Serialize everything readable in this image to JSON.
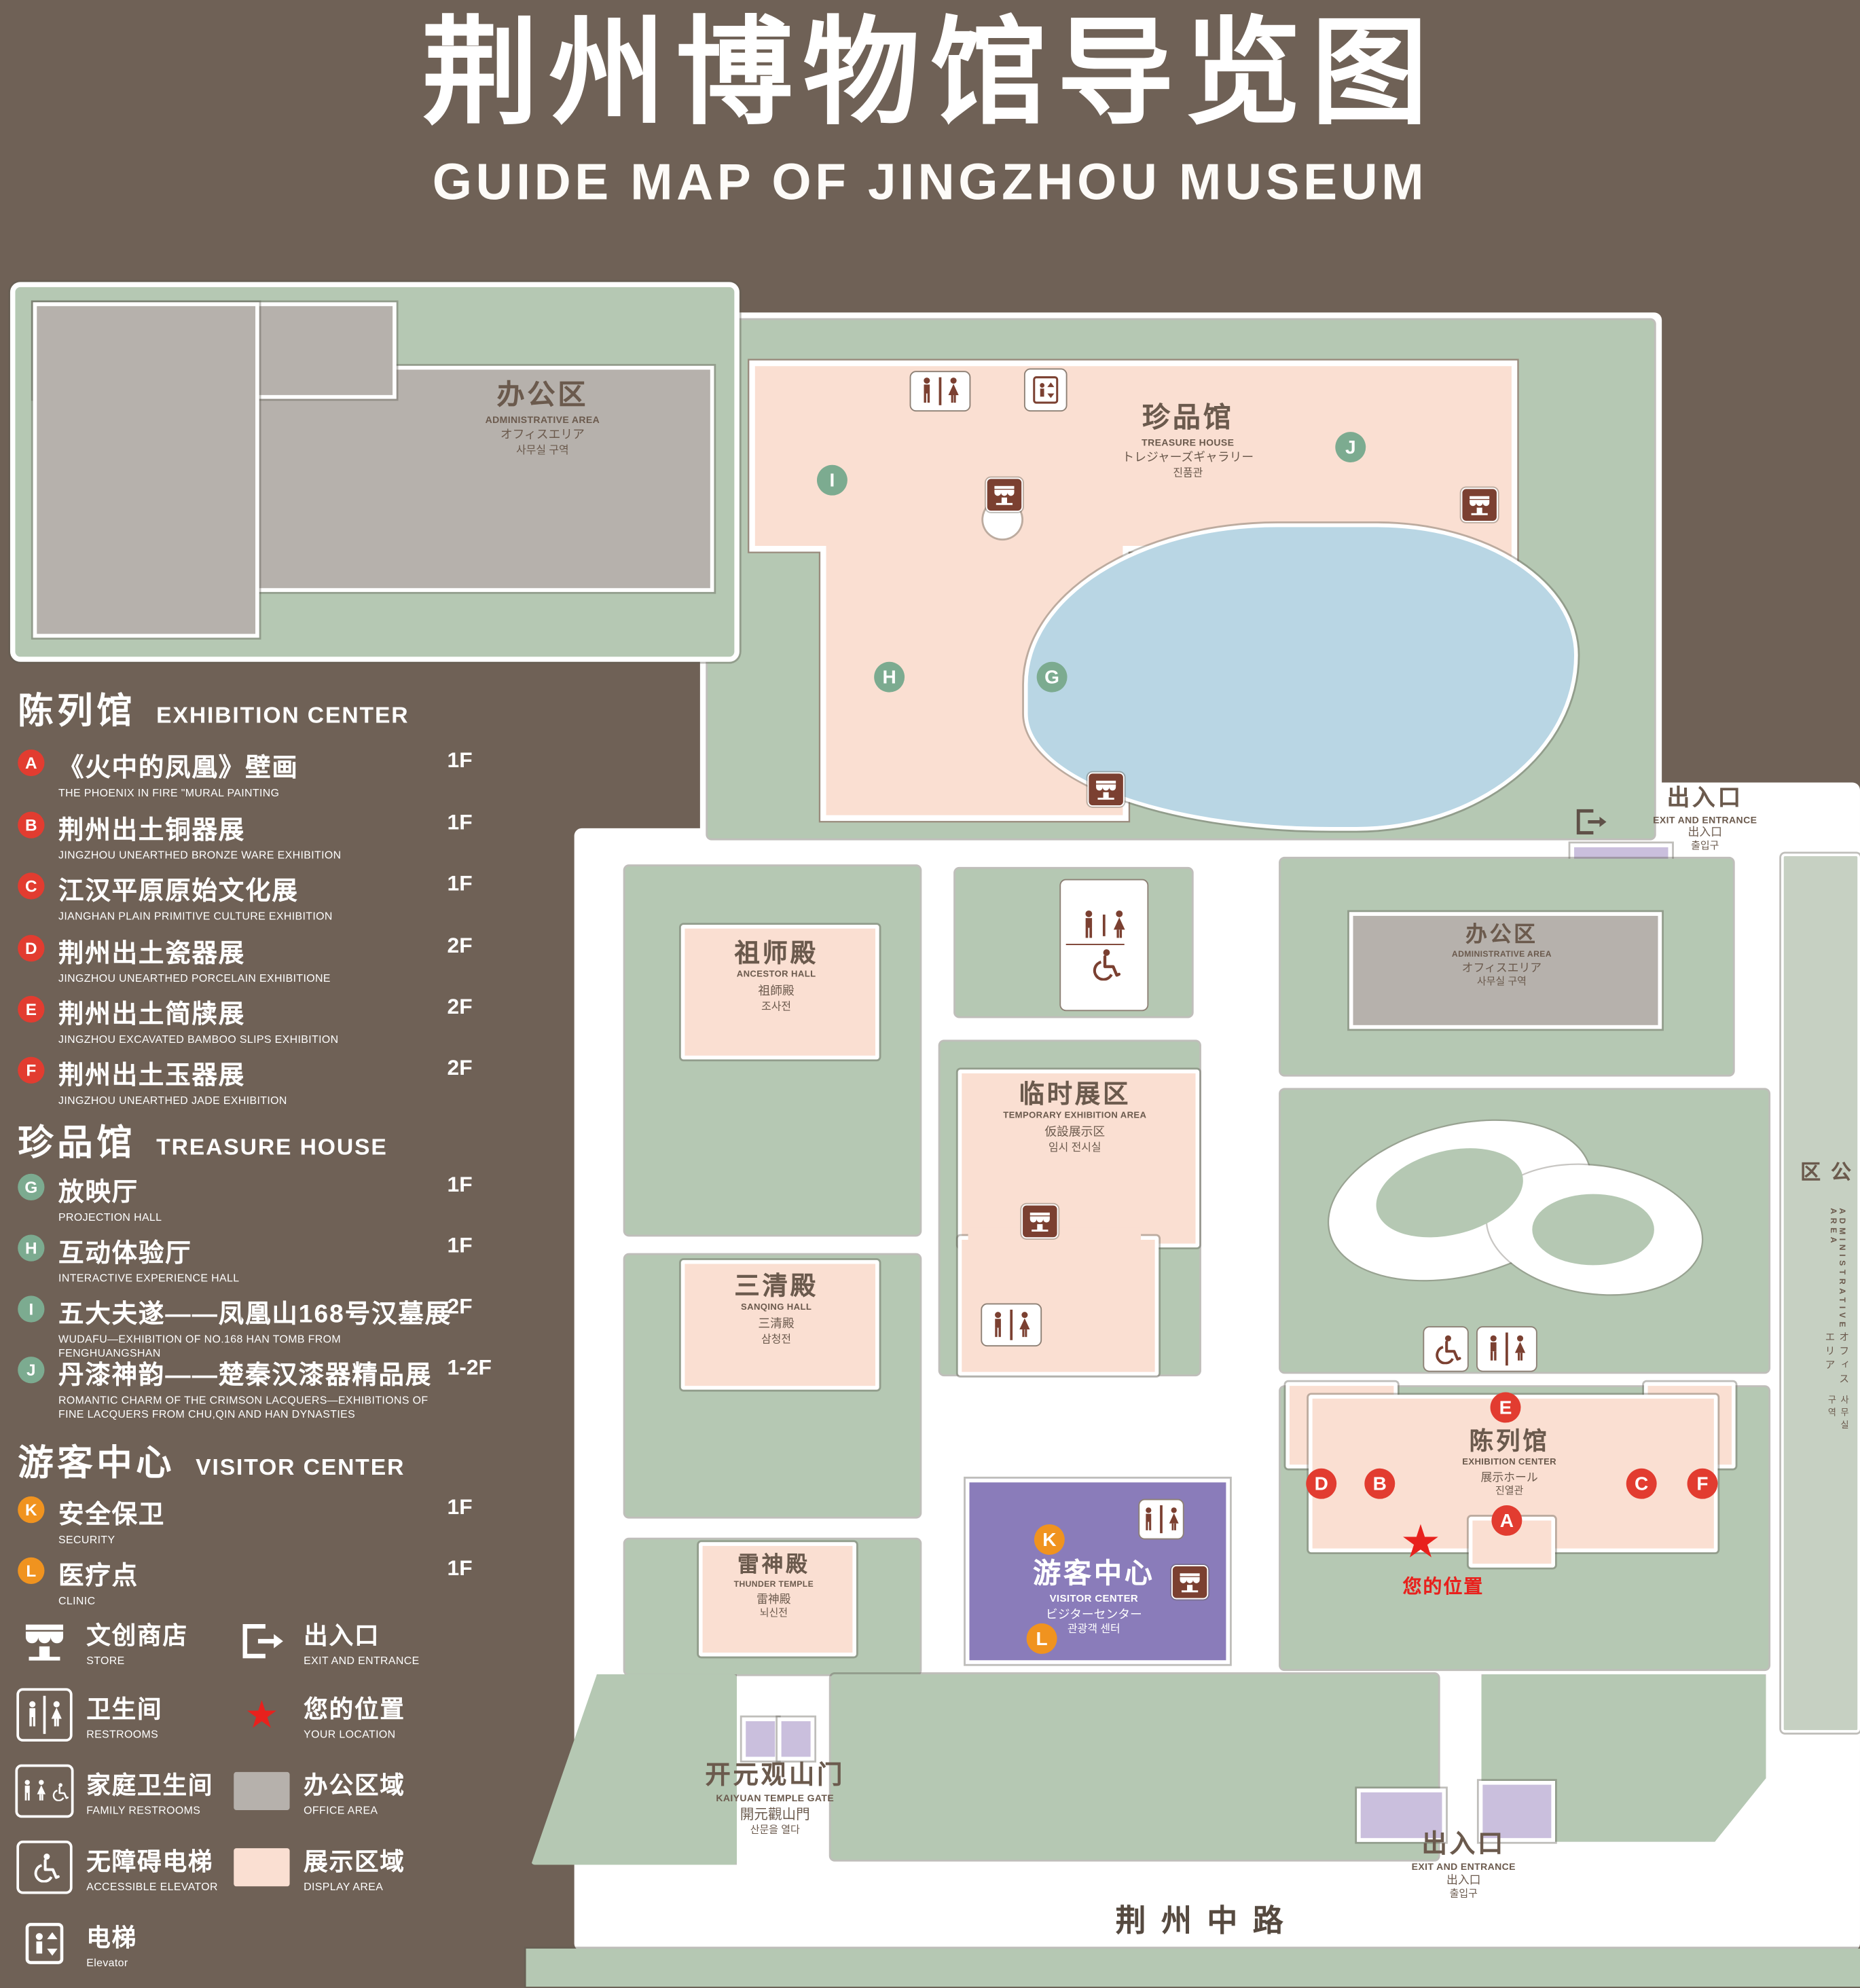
{
  "header": {
    "title": "荆州博物馆导览图",
    "subtitle": "GUIDE MAP OF JINGZHOU MUSEUM"
  },
  "sidebar": {
    "sections": [
      {
        "zh": "陈列馆",
        "en": "EXHIBITION CENTER",
        "items": [
          {
            "letter": "A",
            "zh": "《火中的凤凰》壁画",
            "en": "THE PHOENIX IN FIRE \"MURAL PAINTING",
            "floor": "1F"
          },
          {
            "letter": "B",
            "zh": "荆州出土铜器展",
            "en": "JINGZHOU UNEARTHED BRONZE WARE EXHIBITION",
            "floor": "1F"
          },
          {
            "letter": "C",
            "zh": "江汉平原原始文化展",
            "en": "JIANGHAN PLAIN PRIMITIVE CULTURE EXHIBITION",
            "floor": "1F"
          },
          {
            "letter": "D",
            "zh": "荆州出土瓷器展",
            "en": "JINGZHOU UNEARTHED PORCELAIN EXHIBITIONE",
            "floor": "2F"
          },
          {
            "letter": "E",
            "zh": "荆州出土简牍展",
            "en": "JINGZHOU EXCAVATED BAMBOO SLIPS EXHIBITION",
            "floor": "2F"
          },
          {
            "letter": "F",
            "zh": "荆州出土玉器展",
            "en": "JINGZHOU UNEARTHED JADE EXHIBITION",
            "floor": "2F"
          }
        ]
      },
      {
        "zh": "珍品馆",
        "en": "TREASURE HOUSE",
        "items": [
          {
            "letter": "G",
            "zh": "放映厅",
            "en": "PROJECTION HALL",
            "floor": "1F"
          },
          {
            "letter": "H",
            "zh": "互动体验厅",
            "en": "INTERACTIVE EXPERIENCE HALL",
            "floor": "1F"
          },
          {
            "letter": "I",
            "zh": "五大夫遂——凤凰山168号汉墓展",
            "en": "WUDAFU—EXHIBITION OF NO.168 HAN TOMB FROM FENGHUANGSHAN",
            "floor": "2F"
          },
          {
            "letter": "J",
            "zh": "丹漆神韵——楚秦汉漆器精品展",
            "en": "ROMANTIC CHARM OF THE CRIMSON LACQUERS—EXHIBITIONS OF FINE LACQUERS FROM CHU,QIN AND HAN DYNASTIES",
            "floor": "1-2F"
          }
        ]
      },
      {
        "zh": "游客中心",
        "en": "VISITOR CENTER",
        "items": [
          {
            "letter": "K",
            "zh": "安全保卫",
            "en": "SECURITY",
            "floor": "1F"
          },
          {
            "letter": "L",
            "zh": "医疗点",
            "en": "CLINIC",
            "floor": "1F"
          }
        ]
      }
    ],
    "symbols": [
      {
        "zh": "文创商店",
        "en": "STORE"
      },
      {
        "zh": "出入口",
        "en": "EXIT AND ENTRANCE"
      },
      {
        "zh": "卫生间",
        "en": "RESTROOMS"
      },
      {
        "zh": "您的位置",
        "en": "YOUR LOCATION"
      },
      {
        "zh": "家庭卫生间",
        "en": "FAMILY RESTROOMS"
      },
      {
        "zh": "办公区域",
        "en": "OFFICE AREA"
      },
      {
        "zh": "无障碍电梯",
        "en": "ACCESSIBLE ELEVATOR"
      },
      {
        "zh": "展示区域",
        "en": "DISPLAY AREA"
      },
      {
        "zh": "电梯",
        "en": "Elevator"
      }
    ]
  },
  "map": {
    "admin_top": {
      "zh": "办公区",
      "en": "ADMINISTRATIVE AREA",
      "ja": "オフィスエリア",
      "ko": "사무실 구역"
    },
    "treasure": {
      "zh": "珍品馆",
      "en": "TREASURE HOUSE",
      "ja": "トレジャーズギャラリー",
      "ko": "진품관"
    },
    "exit_right": {
      "zh": "出入口",
      "en": "EXIT AND ENTRANCE",
      "ja": "出入口",
      "ko": "출입구"
    },
    "admin_mid": {
      "zh": "办公区",
      "en": "ADMINISTRATIVE AREA",
      "ja": "オフィスエリア",
      "ko": "사무실 구역"
    },
    "admin_strip": {
      "zh": "办公区",
      "en": "ADMINISTRATIVE AREA",
      "ja": "オフィスエリア",
      "ko": "사무실 구역"
    },
    "ancestor": {
      "zh": "祖师殿",
      "en": "ANCESTOR HALL",
      "ja": "祖師殿",
      "ko": "조사전"
    },
    "temporary": {
      "zh": "临时展区",
      "en": "TEMPORARY EXHIBITION AREA",
      "ja": "仮設展示区",
      "ko": "임시 전시실"
    },
    "sanqing": {
      "zh": "三清殿",
      "en": "SANQING HALL",
      "ja": "三清殿",
      "ko": "삼청전"
    },
    "thunder": {
      "zh": "雷神殿",
      "en": "THUNDER TEMPLE",
      "ja": "雷神殿",
      "ko": "뇌신전"
    },
    "visitor": {
      "zh": "游客中心",
      "en": "VISITOR CENTER",
      "ja": "ビジターセンター",
      "ko": "관광객 센터"
    },
    "exhibition": {
      "zh": "陈列馆",
      "en": "EXHIBITION CENTER",
      "ja": "展示ホール",
      "ko": "진열관"
    },
    "gate": {
      "zh": "开元观山门",
      "en": "KAIYUAN TEMPLE GATE",
      "ja": "開元觀山門",
      "ko": "산문을 열다"
    },
    "exit_bottom": {
      "zh": "出入口",
      "en": "EXIT AND ENTRANCE",
      "ja": "出入口",
      "ko": "출입구"
    },
    "your_location": "您的位置",
    "road": "荆州中路",
    "markers": [
      {
        "letter": "A"
      },
      {
        "letter": "B"
      },
      {
        "letter": "C"
      },
      {
        "letter": "D"
      },
      {
        "letter": "E"
      },
      {
        "letter": "F"
      },
      {
        "letter": "G"
      },
      {
        "letter": "H"
      },
      {
        "letter": "I"
      },
      {
        "letter": "J"
      },
      {
        "letter": "K"
      },
      {
        "letter": "L"
      }
    ]
  },
  "colors": {
    "background": "#6f6156",
    "map_green": "#b5c8b3",
    "display_pink": "#fadfd2",
    "office_gray": "#b6b1ac",
    "lake_blue": "#b9d6e4",
    "visitor_purple": "#8a7cba",
    "entrance_purple": "#cabfdd",
    "marker_red": "#e23c30",
    "marker_green": "#7cab90",
    "marker_orange": "#f0931f",
    "icon_brown": "#7b4031",
    "location_red": "#e8211d"
  }
}
